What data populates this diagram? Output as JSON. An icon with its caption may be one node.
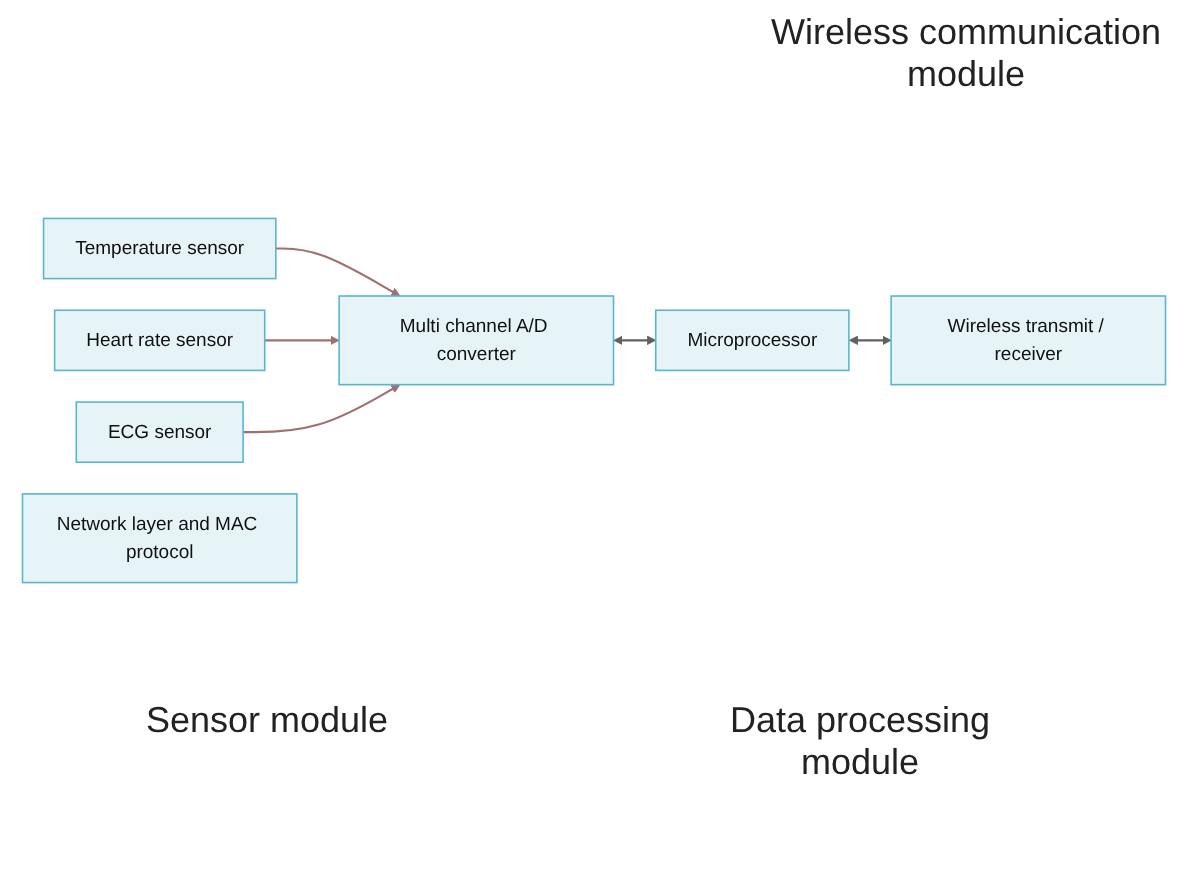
{
  "diagram": {
    "nodes": [
      {
        "text": [
          "Temperature sensor"
        ]
      },
      {
        "text": [
          "Heart rate sensor"
        ]
      },
      {
        "text": [
          "ECG sensor"
        ]
      },
      {
        "text": [
          "Multi channel A/D converter"
        ]
      },
      {
        "text": [
          "Microprocessor"
        ]
      },
      {
        "text": [
          "Wireless transmit / receiver"
        ]
      },
      {
        "text": [
          "Network layer and MAC protocol"
        ]
      }
    ],
    "edges": [
      {
        "from": 0,
        "to": 3,
        "arrow": "to"
      },
      {
        "from": 1,
        "to": 3,
        "arrow": "to"
      },
      {
        "from": 2,
        "to": 3,
        "arrow": "to"
      },
      {
        "from": 3,
        "to": 4,
        "arrow": "both",
        "color": "#606060"
      },
      {
        "from": 4,
        "to": 5,
        "arrow": "both",
        "color": "#606060"
      }
    ],
    "labels": [
      "Wireless communication module",
      "Sensor module",
      "Data processing module"
    ]
  }
}
